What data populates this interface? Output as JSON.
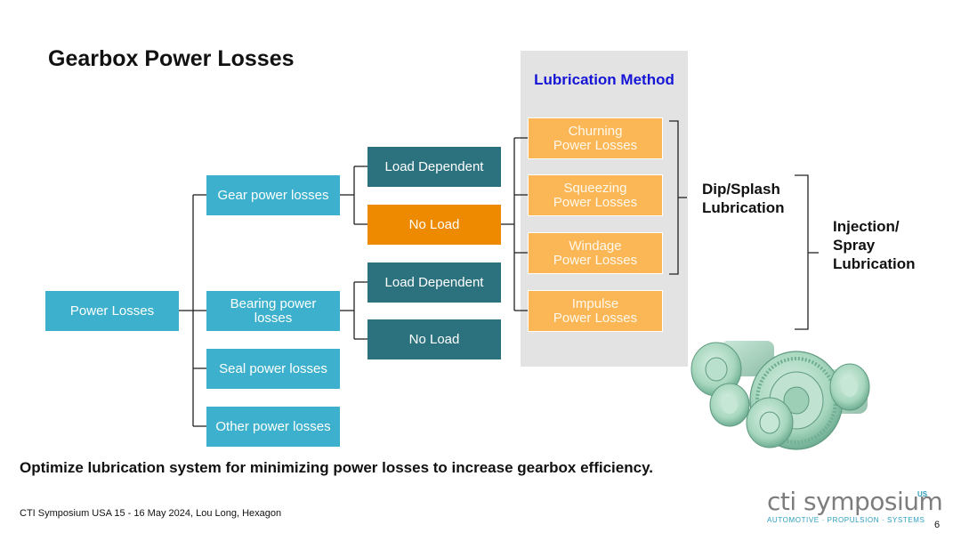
{
  "slide": {
    "title": "Gearbox Power Losses",
    "root": "Power Losses",
    "level1": [
      "Gear power losses",
      "Bearing power losses",
      "Seal power losses",
      "Other power losses"
    ],
    "gear_children": [
      "Load Dependent",
      "No Load"
    ],
    "bearing_children": [
      "Load Dependent",
      "No Load"
    ],
    "lubrication_method_title": "Lubrication Method",
    "methods": [
      {
        "line1": "Churning",
        "line2": "Power Losses"
      },
      {
        "line1": "Squeezing",
        "line2": "Power Losses"
      },
      {
        "line1": "Windage",
        "line2": "Power Losses"
      },
      {
        "line1": "Impulse",
        "line2": "Power Losses"
      }
    ],
    "dip_splash_label": [
      "Dip/Splash",
      "Lubrication"
    ],
    "injection_label": [
      "Injection/",
      "Spray",
      "Lubrication"
    ],
    "bottom_statement": "Optimize lubrication system for minimizing power losses to increase gearbox efficiency.",
    "footer": "CTI Symposium USA 15 - 16 May 2024, Lou Long, Hexagon",
    "page_number": "6",
    "logo": {
      "main": "cti symposium",
      "superscript": "US",
      "tagline": "AUTOMOTIVE · PROPULSION · SYSTEMS"
    },
    "colors": {
      "light_teal": "#3cb0cc",
      "dark_teal": "#2b717e",
      "orange": "#ee8a00",
      "peach": "#fbb755",
      "method_title_blue": "#1515d6",
      "panel_gray": "#e3e3e3"
    }
  }
}
